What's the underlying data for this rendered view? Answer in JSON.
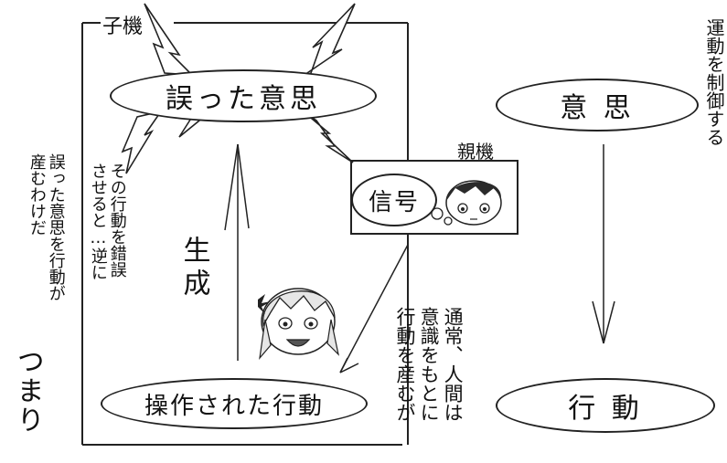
{
  "diagram": {
    "labels": {
      "child_unit": "子機",
      "parent_unit": "親機",
      "generate": "生成",
      "tsumari": "つまり"
    },
    "nodes": {
      "false_intention": "誤った意思",
      "signal": "信号",
      "manipulated_action": "操作された行動",
      "intention": "意 思",
      "action": "行 動"
    },
    "captions": {
      "control": "運動を制御する",
      "normal": [
        "通常、人間は",
        "意識をもとに",
        "行動を産むが"
      ],
      "mislead": [
        "その行動を錯誤",
        "させると…逆に"
      ],
      "produce": [
        "誤った意思を行動が",
        "産むわけだ"
      ]
    },
    "colors": {
      "ink": "#111111",
      "paper": "#ffffff",
      "hair_dark": "#2a2a2a",
      "hair_light": "#cfcfcf"
    },
    "icons": [
      "burst-icon",
      "boy-head-icon",
      "girl-head-icon",
      "spark-icon"
    ]
  }
}
